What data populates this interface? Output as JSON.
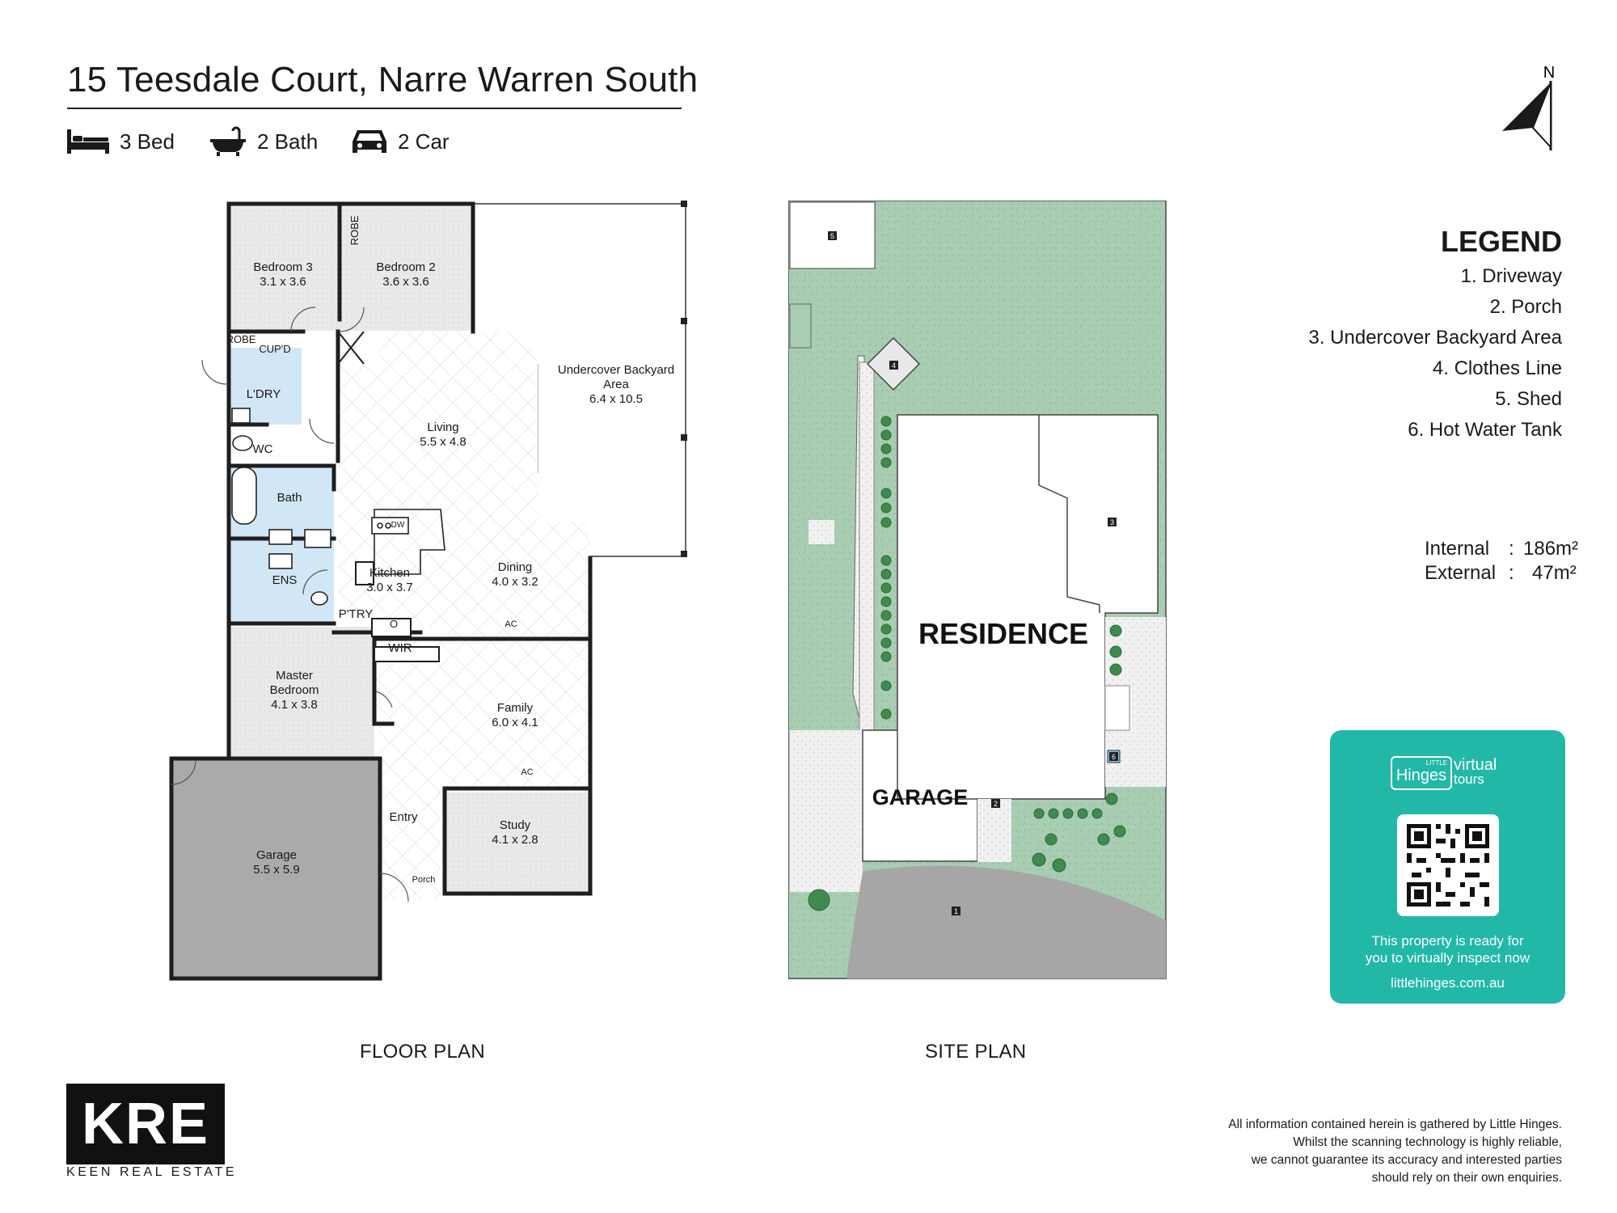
{
  "header": {
    "title": "15 Teesdale Court, Narre Warren South",
    "features": [
      {
        "icon": "bed-icon",
        "label": "3 Bed"
      },
      {
        "icon": "bath-icon",
        "label": "2 Bath"
      },
      {
        "icon": "car-icon",
        "label": "2 Car"
      }
    ]
  },
  "compass": {
    "label": "N"
  },
  "legend": {
    "heading": "LEGEND",
    "items": [
      "1. Driveway",
      "2. Porch",
      "3. Undercover Backyard Area",
      "4. Clothes Line",
      "5. Shed",
      "6. Hot Water Tank"
    ]
  },
  "areas": {
    "internal_label": "Internal",
    "internal_sep": ":",
    "internal_value": "186m²",
    "external_label": "External",
    "external_sep": ":",
    "external_value": "47m²"
  },
  "floor_plan": {
    "caption": "FLOOR PLAN",
    "rooms": [
      {
        "name": "Bedroom 3",
        "dims": "3.1 x 3.6"
      },
      {
        "name": "Bedroom 2",
        "dims": "3.6 x 3.6"
      },
      {
        "name": "Undercover Backyard",
        "name2": "Area",
        "dims": "6.4 x 10.5"
      },
      {
        "name": "Living",
        "dims": "5.5 x 4.8"
      },
      {
        "name": "Kitchen",
        "dims": "3.0 x 3.7"
      },
      {
        "name": "Dining",
        "dims": "4.0 x 3.2"
      },
      {
        "name": "Master",
        "name2": "Bedroom",
        "dims": "4.1 x 3.8"
      },
      {
        "name": "Family",
        "dims": "6.0 x 4.1"
      },
      {
        "name": "Garage",
        "dims": "5.5 x 5.9"
      },
      {
        "name": "Study",
        "dims": "4.1 x 2.8"
      }
    ],
    "small_labels": [
      "ROBE",
      "ROBE",
      "CUP'D",
      "L'DRY",
      "WC",
      "Bath",
      "ENS",
      "P'TRY",
      "WIR",
      "Entry",
      "Porch",
      "AC",
      "AC",
      "DW",
      "O"
    ]
  },
  "site_plan": {
    "caption": "SITE PLAN",
    "residence": "RESIDENCE",
    "garage": "GARAGE",
    "markers": [
      "1",
      "2",
      "3",
      "4",
      "5",
      "6"
    ]
  },
  "virtual_tour": {
    "brand_small": "LITTLE",
    "brand": "Hinges",
    "product_line1": "virtual",
    "product_line2": "tours",
    "text_line1": "This property is ready for",
    "text_line2": "you to virtually inspect now",
    "url": "littlehinges.com.au"
  },
  "agency": {
    "logo_text": "KRE",
    "name": "KEEN REAL ESTATE"
  },
  "disclaimer": [
    "All information contained herein is gathered by Little Hinges.",
    "Whilst the scanning technology is highly reliable,",
    "we cannot guarantee its accuracy and interested parties",
    "should rely on their own enquiries."
  ],
  "colors": {
    "wet_area": "#d2e7f5",
    "garage": "#aaaaaa",
    "lawn": "#a9cdb2",
    "driveway": "#a6a6a6",
    "brand_teal": "#22b8a8"
  }
}
